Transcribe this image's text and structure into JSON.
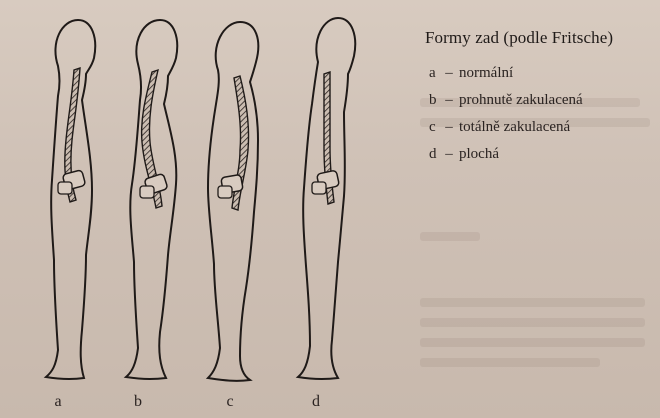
{
  "legend": {
    "title": "Formy zad (podle Fritsche)",
    "items": [
      {
        "key": "a",
        "text": "normální"
      },
      {
        "key": "b",
        "text": "prohnutě zakulacená"
      },
      {
        "key": "c",
        "text": "totálně zakulacená"
      },
      {
        "key": "d",
        "text": "plochá"
      }
    ]
  },
  "figures": [
    {
      "label": "a"
    },
    {
      "label": "b"
    },
    {
      "label": "c"
    },
    {
      "label": "d"
    }
  ],
  "colors": {
    "paper": "#d2c4b9",
    "ink": "#1f1a18"
  }
}
